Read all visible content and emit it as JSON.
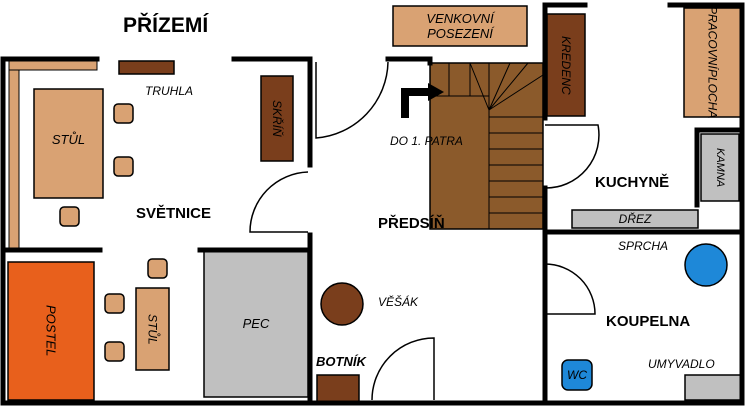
{
  "title": "PŘÍZEMÍ",
  "rooms": {
    "svetnice": "SVĚTNICE",
    "predsin": "PŘEDSÍŇ",
    "kuchyne": "KUCHYNĚ",
    "koupelna": "KOUPELNA"
  },
  "furniture": {
    "venkovni_posezeni_1": "VENKOVNÍ",
    "venkovni_posezeni_2": "POSEZENÍ",
    "truhla": "TRUHLA",
    "stul_1": "STŮL",
    "stul_2": "STŮL",
    "skrin": "SKŘÍŇ",
    "kredenc": "KREDENC",
    "pracovni_plocha_1": "PRACOVNÍ",
    "pracovni_plocha_2": "PLOCHA",
    "do_patra": "DO 1. PATRA",
    "kamna": "KAMNA",
    "drez": "DŘEZ",
    "sprcha": "SPRCHA",
    "postel": "POSTEL",
    "pec": "PEC",
    "vesak": "VĚŠÁK",
    "botnik": "BOTNÍK",
    "wc": "WC",
    "umyvadlo": "UMYVADLO"
  },
  "colors": {
    "wall": "#000000",
    "wood_light": "#d9a273",
    "wood_dark": "#7a3e1c",
    "stairs": "#8b5a2b",
    "bed": "#e8601c",
    "stove": "#c0c0c0",
    "shower": "#1e88d8"
  }
}
